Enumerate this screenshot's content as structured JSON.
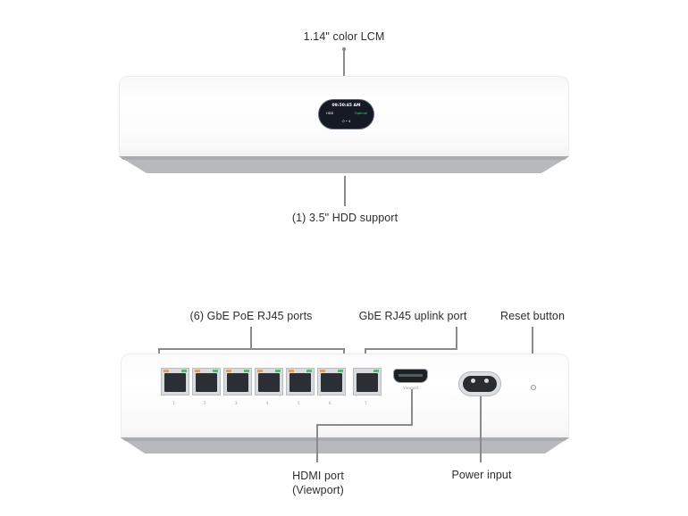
{
  "callouts": {
    "lcm": "1.14\" color LCM",
    "hdd": "(1) 3.5\" HDD support",
    "poe_ports": "(6) GbE PoE RJ45 ports",
    "uplink": "GbE RJ45 uplink port",
    "reset": "Reset button",
    "hdmi_line1": "HDMI port",
    "hdmi_line2": "(Viewport)",
    "power": "Power input"
  },
  "lcm_screen": {
    "time": "09:50:45 AM",
    "left": "HDD",
    "right": "Optimal",
    "bottom": "⏻ • 4"
  },
  "port_numbers": [
    "1",
    "2",
    "3",
    "4",
    "5",
    "6",
    "7"
  ],
  "hdmi_caption": "Viewport",
  "colors": {
    "led_orange": "#f0a23a",
    "led_green": "#46c36b",
    "device_body": "#ffffff",
    "device_base": "#b3b6b9"
  }
}
